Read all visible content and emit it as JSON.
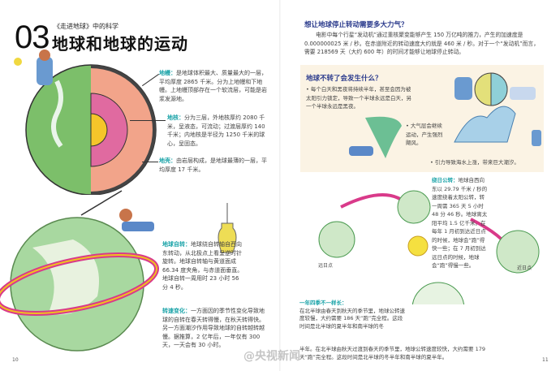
{
  "left": {
    "chapter_number": "03",
    "subtitle": "《走进地球》中的科学",
    "title": "地球和地球的运动",
    "mantle": {
      "label": "地幔：",
      "text": "是地球体积最大、质量最大的一层，平均厚度 2865 千米。分为上地幔和下地幔。上地幔顶部存在一个软流层，可能是岩浆发源地。"
    },
    "core": {
      "label": "地核：",
      "text": "分为三层，外地核厚约 2080 千米，呈液态，可流动；过渡层厚约 140 千米；内地核是半径为 1250 千米的球心，呈固态。"
    },
    "crust": {
      "label": "地壳：",
      "text": "由岩层构成，是地球最薄的一层，平均厚度 17 千米。"
    },
    "rotation": {
      "label": "地球自转：",
      "text": "地球绕自转轴自西向东转动，从北极点上看呈逆时针旋转。地球自转轴与黄道面成 66.34 度夹角，与赤道面垂直。地球自转一周用时 23 小时 56 分 4 秒。"
    },
    "speed_change": {
      "label": "转速变化：",
      "text": "一方面因的季节性变化导致地球的自转在春天转得慢，在秋天转得快。另一方面潮汐作用导致地球的自转越转越慢。据推算，2 亿年后，一年仅有 300 天，一天会有 30 小时。"
    },
    "page_number": "10"
  },
  "right": {
    "question_title": "想让地球停止转动需要多大力气？",
    "question_text": "电影中每个行星“发动机”通过重核聚变能够产生 150 万亿吨的推力，产生的加速度是 0.000000025 米 / 秒。在赤道附近的转动速度大约就是 460 米 / 秒。对于一个“发动机”而言，需要 218569 天（大约 600 年）的时间才能够让地球停止转动。",
    "box": {
      "title": "地球不转了会发生什么？",
      "items": [
        "每个白天和黑夜将持续半年，甚至会因为被太阳引力锁定，导致一个半球永远是白天，另一个半球永远是黑夜。",
        "大气层会继续运动，产生强烈飓风。",
        "引力导致海水上涨，带来巨大潮汐。"
      ]
    },
    "revolution": {
      "label": "绕日公转：",
      "text": "地球自西向东以 29.79 千米 / 秒的速度绕着太阳公转，转一周需 365 天 5 小时 48 分 46 秒。地球离太阳平均 1.5 亿千米。在每年 1 月初到达近日点的时候，地球会“跑”得快一些；在 7 月初到达远日点的时候，地球会“跑”得慢一些。"
    },
    "aphelion": "远日点",
    "perihelion": "近日点",
    "seasons": {
      "label": "一年四季不一样长：",
      "text1": "在北半球由春天到秋天的季节里，地球公转速度较慢，大约需要 186 天“跑”完全程。这段时间是北半球的夏半年和南半球的冬",
      "text2": "半年。在北半球由秋天过渡到春天的季节里，地球公转速度较快，大约需要 179 天“跑”完全程。这段时间是北半球的冬半年和南半球的夏半年。"
    },
    "page_number": "11"
  },
  "watermark": "@央视新闻",
  "colors": {
    "accent": "#1aa3a8",
    "heading": "#2a3a8c",
    "box_bg": "#fbf3e4"
  }
}
